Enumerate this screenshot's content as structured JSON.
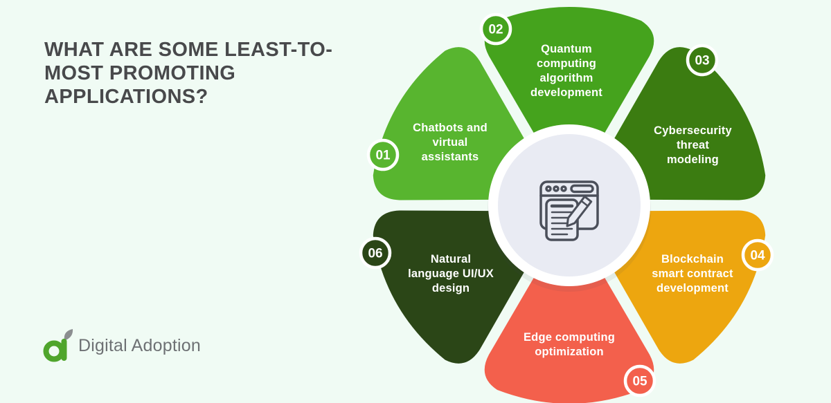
{
  "title": {
    "text": "WHAT ARE SOME LEAST-TO-MOST PROMOTING APPLICATIONS?",
    "lines": [
      "WHAT ARE SOME LEAST-TO-",
      "MOST PROMOTING",
      "APPLICATIONS?"
    ]
  },
  "diagram": {
    "type": "flower-cycle",
    "center_icon": "document-editor-icon",
    "petals": [
      {
        "number": "01",
        "label": "Chatbots and virtual assistants",
        "lines": [
          "Chatbots and",
          "virtual",
          "assistants"
        ],
        "color": "#58b52f"
      },
      {
        "number": "02",
        "label": "Quantum computing algorithm development",
        "lines": [
          "Quantum",
          "computing",
          "algorithm",
          "development"
        ],
        "color": "#45a31d"
      },
      {
        "number": "03",
        "label": "Cybersecurity threat modeling",
        "lines": [
          "Cybersecurity",
          "threat",
          "modeling"
        ],
        "color": "#3b7c11"
      },
      {
        "number": "04",
        "label": "Blockchain smart contract development",
        "lines": [
          "Blockchain",
          "smart contract",
          "development"
        ],
        "color": "#eda60f"
      },
      {
        "number": "05",
        "label": "Edge computing optimization",
        "lines": [
          "Edge computing",
          "optimization"
        ],
        "color": "#f3604c"
      },
      {
        "number": "06",
        "label": "Natural language UI/UX design",
        "lines": [
          "Natural",
          "language UI/UX",
          "design"
        ],
        "color": "#2b4617"
      }
    ]
  },
  "footer": {
    "brand": "Digital Adoption"
  },
  "colors": {
    "background": "#f0fbf4",
    "title_text": "#48494b",
    "petal_text": "#ffffff",
    "center_circle": "#e9ebf3",
    "center_ring": "#ffffff",
    "icon_stroke": "#4b4f5a",
    "brand_green": "#4fa52c",
    "brand_gray": "#8b8e90",
    "brand_text": "#6e7174"
  }
}
